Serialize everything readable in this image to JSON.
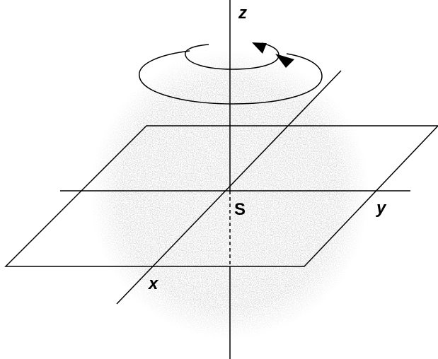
{
  "diagram": {
    "labels": {
      "z": "z",
      "x": "x",
      "y": "y",
      "origin": "S"
    },
    "colors": {
      "line": "#000000",
      "cloud": "#b8b8b8",
      "background": "#ffffff"
    },
    "icons": {
      "rotation_arrows": "counterclockwise-rotation-icon"
    }
  }
}
